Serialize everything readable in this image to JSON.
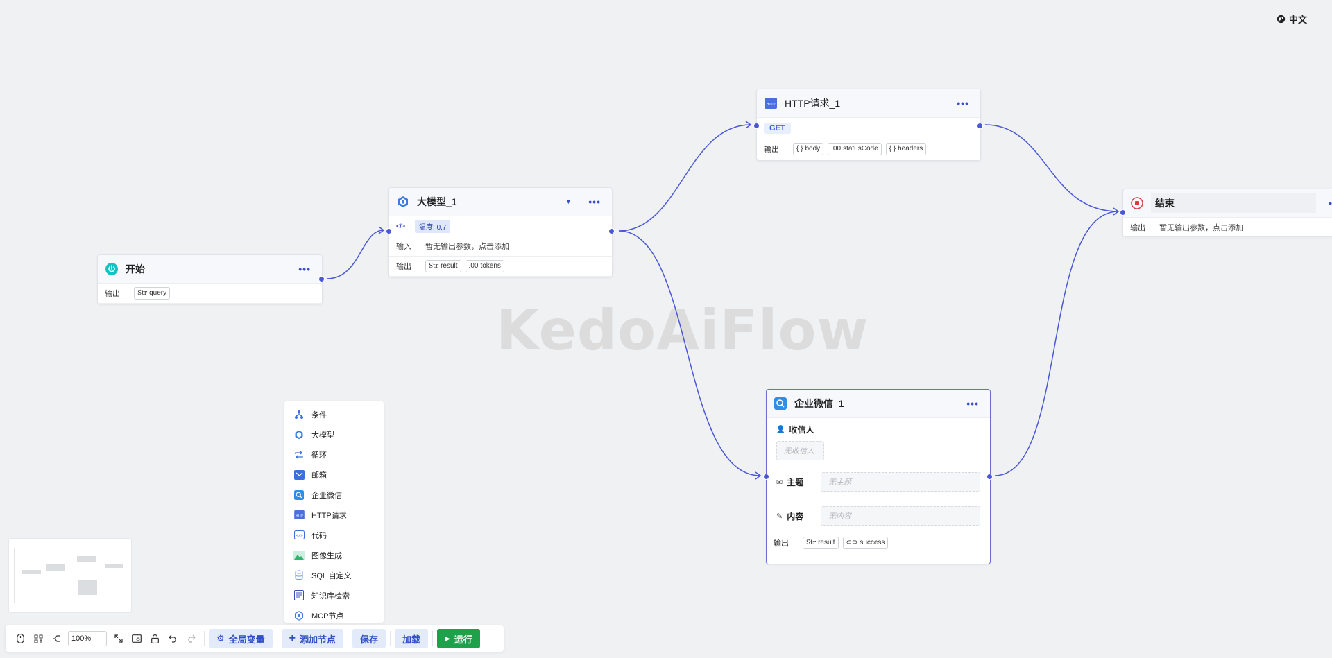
{
  "lang": {
    "label": "中文"
  },
  "watermark": "KedoAiFlow",
  "nodes": {
    "start": {
      "title": "开始",
      "output_label": "输出",
      "outputs": [
        {
          "type": "Str",
          "name": "query"
        }
      ]
    },
    "llm": {
      "title": "大模型_1",
      "temperature": "温度: 0.7",
      "input_label": "输入",
      "input_hint": "暂无输出参数，点击添加",
      "output_label": "输出",
      "outputs": [
        {
          "type": "Str",
          "name": "result"
        },
        {
          "type": ".00",
          "name": "tokens"
        }
      ]
    },
    "http": {
      "title": "HTTP请求_1",
      "method": "GET",
      "output_label": "输出",
      "outputs": [
        {
          "type": "{ }",
          "name": "body"
        },
        {
          "type": ".00",
          "name": "statusCode"
        },
        {
          "type": "{ }",
          "name": "headers"
        }
      ]
    },
    "end": {
      "title": "结束",
      "output_label": "输出",
      "output_hint": "暂无输出参数，点击添加"
    },
    "wecom": {
      "title": "企业微信_1",
      "recipient_label": "收信人",
      "recipient_placeholder": "无收信人",
      "subject_label": "主题",
      "subject_placeholder": "无主题",
      "content_label": "内容",
      "content_placeholder": "无内容",
      "output_label": "输出",
      "outputs": [
        {
          "type": "Str",
          "name": "result"
        },
        {
          "type": "⊂⊃",
          "name": "success"
        }
      ]
    }
  },
  "palette": {
    "items": [
      {
        "label": "条件",
        "icon": "branch-icon"
      },
      {
        "label": "大模型",
        "icon": "llm-cube-icon"
      },
      {
        "label": "循环",
        "icon": "loop-icon"
      },
      {
        "label": "邮箱",
        "icon": "mail-icon"
      },
      {
        "label": "企业微信",
        "icon": "wecom-icon"
      },
      {
        "label": "HTTP请求",
        "icon": "http-icon"
      },
      {
        "label": "代码",
        "icon": "code-icon"
      },
      {
        "label": "图像生成",
        "icon": "image-icon"
      },
      {
        "label": "SQL 自定义",
        "icon": "database-icon"
      },
      {
        "label": "知识库检索",
        "icon": "knowledge-icon"
      },
      {
        "label": "MCP节点",
        "icon": "mcp-icon"
      }
    ]
  },
  "toolbar": {
    "zoom": "100%",
    "global_vars": "全局变量",
    "add_node": "添加节点",
    "save": "保存",
    "load": "加载",
    "run": "运行"
  },
  "colors": {
    "accent": "#4a57d6",
    "run_green": "#1fa04a",
    "end_red": "#e0383e",
    "start_teal": "#13c2c2"
  }
}
